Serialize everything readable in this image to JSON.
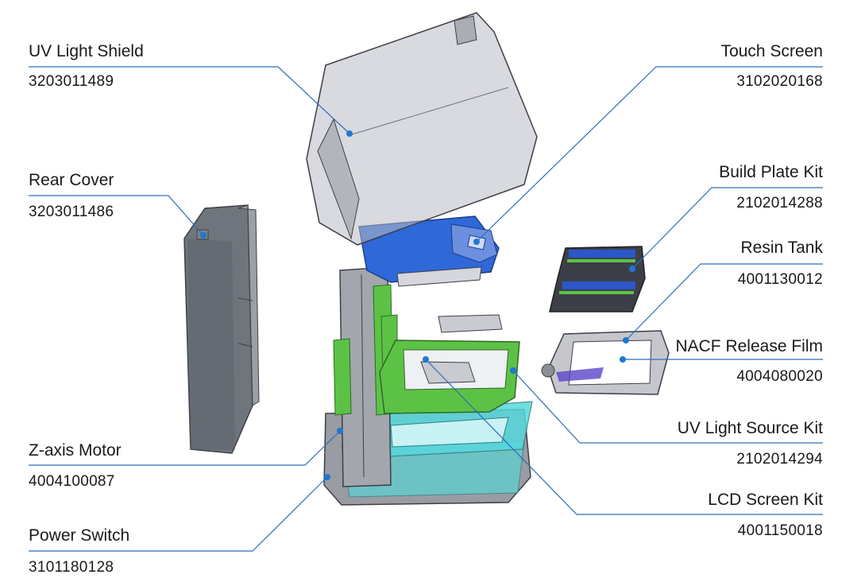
{
  "colors": {
    "leader_line": "#2a6ebb",
    "leader_dot": "#1f78d1",
    "housing": "#8d8f96",
    "glass": "#b9bcc4",
    "blue_part": "#2f68d8",
    "green_part": "#59c13a",
    "cyan_part": "#4fd3d6",
    "dark_part": "#3d3f48"
  },
  "parts": [
    {
      "name": "UV Light Shield",
      "code": "3203011489"
    },
    {
      "name": "Rear Cover",
      "code": "3203011486"
    },
    {
      "name": "Z-axis Motor",
      "code": "4004100087"
    },
    {
      "name": "Power Switch",
      "code": "3101180128"
    },
    {
      "name": "Touch Screen",
      "code": "3102020168"
    },
    {
      "name": "Build Plate Kit",
      "code": "2102014288"
    },
    {
      "name": "Resin Tank",
      "code": "4001130012"
    },
    {
      "name": "NACF Release Film",
      "code": "4004080020"
    },
    {
      "name": "UV Light Source Kit",
      "code": "2102014294"
    },
    {
      "name": "LCD Screen Kit",
      "code": "4001150018"
    }
  ]
}
